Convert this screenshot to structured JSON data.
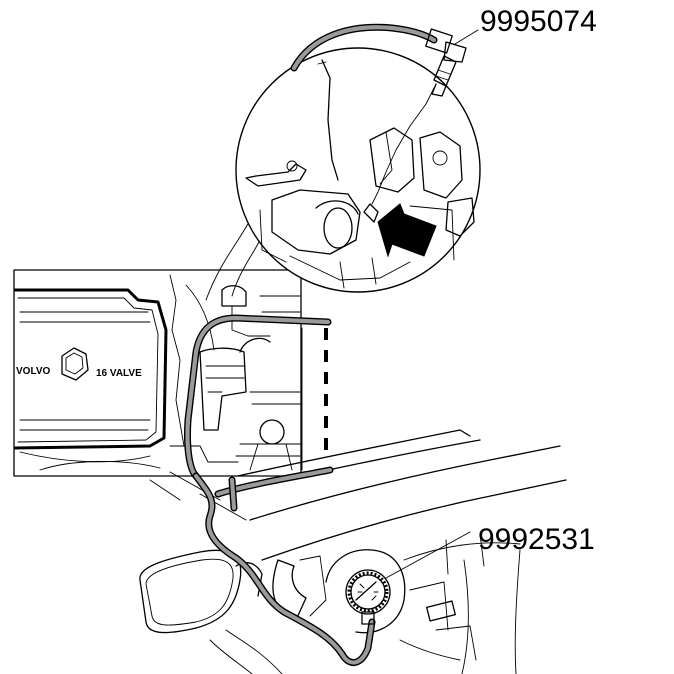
{
  "labels": {
    "tool_top": "9995074",
    "tool_bottom": "9992531"
  },
  "cover_badge": {
    "brand": "VOLVO",
    "valve_text": "16 VALVE"
  }
}
